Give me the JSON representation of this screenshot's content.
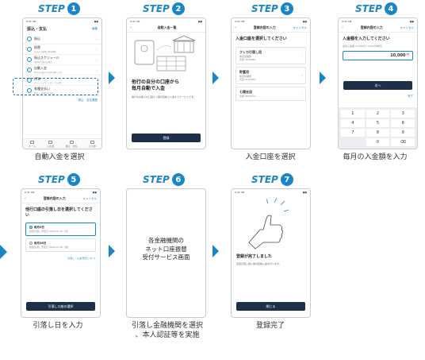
{
  "step_label": "STEP",
  "steps": [
    {
      "num": "1",
      "caption": "自動入金を選択"
    },
    {
      "num": "2",
      "caption": ""
    },
    {
      "num": "3",
      "caption": "入金口座を選択"
    },
    {
      "num": "4",
      "caption": "毎月の入金額を入力"
    },
    {
      "num": "5",
      "caption": "引落し日を入力"
    },
    {
      "num": "6",
      "caption_line1": "引落し金融機関を選択",
      "caption_line2": "、本人認証等を実施"
    },
    {
      "num": "7",
      "caption": "登録完了"
    }
  ],
  "screen1": {
    "title": "振込・支払",
    "edit": "編集",
    "items": [
      {
        "label": "振込",
        "sub": ""
      },
      {
        "label": "振替",
        "sub": "自分の口座間の資金移動"
      },
      {
        "label": "振込スケジュール",
        "sub": "予約中の振込を確認"
      },
      {
        "label": "自動入金",
        "sub": "他行の口座から毎月自動で入金"
      },
      {
        "label": "ATM",
        "sub": "キャッシュカードなしで入出金"
      },
      {
        "label": "各種支払い",
        "sub": "税金・公共料金の支払い"
      }
    ],
    "footer_link": "振込・支払履歴",
    "tabs": [
      "ホーム",
      "入出金",
      "振込・支払",
      "その他"
    ]
  },
  "screen2": {
    "nav_title": "自動入金一覧",
    "headline_line1": "他行の自分の口座から",
    "headline_line2": "毎月自動で入金",
    "body": "他行のお客さま口座から毎月自動で入金するサービスです。",
    "button": "登録"
  },
  "screen3": {
    "nav_title": "登録内容の入力",
    "nav_right": "キャンセル",
    "title": "入金口座を選択してください",
    "accounts": [
      {
        "name": "クレカ引落し用",
        "branch": "本店営業部",
        "number": "普通 2134964"
      },
      {
        "name": "貯蓄用",
        "branch": "本店営業部",
        "number": "普通 2134964"
      },
      {
        "name": "七陽支店",
        "branch": "",
        "number": "普通 9543210"
      }
    ]
  },
  "screen4": {
    "nav_title": "登録内容の入力",
    "nav_right": "キャンセル",
    "title": "入金額を入力してください",
    "hint": "最低入金額 10,000円（1000円単位）",
    "amount": "10,000",
    "unit": "円",
    "next": "次へ",
    "done": "完了",
    "keys": [
      "1",
      "2",
      "3",
      "4",
      "5",
      "6",
      "7",
      "8",
      "9",
      "",
      "0",
      "⌫"
    ]
  },
  "screen5": {
    "nav_title": "登録内容の入力",
    "nav_right": "キャンセル",
    "title": "他行口座の引落し日を選択してください",
    "options": [
      {
        "label": "毎月5日",
        "sub": "初回引落し予定日 2024.00.05（月）",
        "selected": true
      },
      {
        "label": "毎月26日",
        "sub": "初回引落し予定日 2024.00.26（金）",
        "selected": false
      }
    ],
    "link": "引落し・入金予定について",
    "button": "引落し口座の選択"
  },
  "screen6": {
    "line1": "各金融機関の",
    "line2": "ネット口座振替",
    "line3": "受付サービス画面"
  },
  "screen7": {
    "title": "登録が完了しました",
    "body": "初回引落し後に毎月自動入金を行います。",
    "button": "閉じる"
  },
  "status_time": "9:41 AM"
}
